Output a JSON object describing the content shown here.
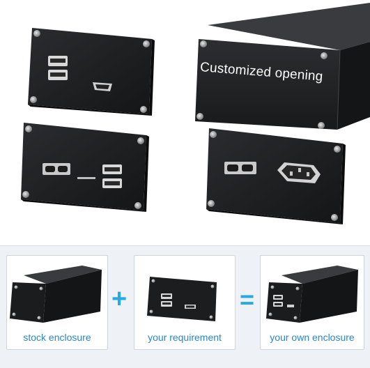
{
  "headline": "Customized opening",
  "operators": {
    "plus": "+",
    "equals": "="
  },
  "cards": [
    {
      "label": "stock enclosure"
    },
    {
      "label": "your requirement"
    },
    {
      "label": "your own enclosure"
    }
  ],
  "colors": {
    "enclosure": "#1c1d1f",
    "label_text": "#2a86c8",
    "operator": "#29a9e1",
    "card_border": "#cdd6df"
  }
}
